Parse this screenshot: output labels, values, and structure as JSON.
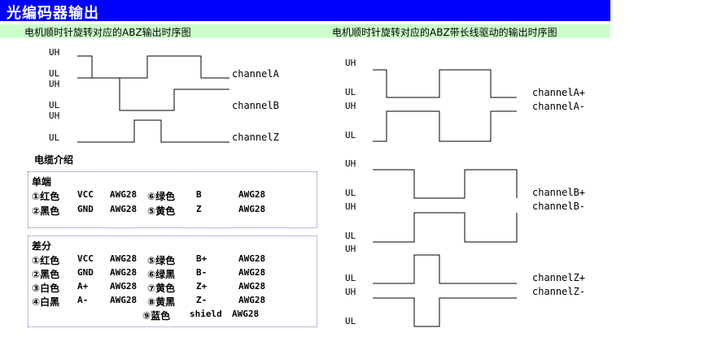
{
  "header": {
    "title": "光编码器输出"
  },
  "left": {
    "caption": "电机顺时针旋转对应的ABZ输出时序图",
    "signal_high": "UH",
    "signal_low": "UL",
    "channels": [
      "channelA",
      "channelB",
      "channelZ"
    ]
  },
  "right": {
    "caption": "电机顺时针旋转对应的ABZ带长线驱动的输出时序图",
    "signal_high": "UH",
    "signal_low": "UL",
    "channels": [
      "channelA+",
      "channelA-",
      "channelB+",
      "channelB-",
      "channelZ+",
      "channelZ-"
    ]
  },
  "cable": {
    "title": "电缆介绍",
    "single": {
      "title": "单端",
      "rows": [
        {
          "no1": "①",
          "c1": "红色",
          "s1": "VCC",
          "a1": "AWG28",
          "no2": "⑥",
          "c2": "绿色",
          "s2": "B",
          "a2": "AWG28"
        },
        {
          "no1": "②",
          "c1": "黑色",
          "s1": "GND",
          "a1": "AWG28",
          "no2": "⑤",
          "c2": "黄色",
          "s2": "Z",
          "a2": "AWG28"
        }
      ]
    },
    "diff": {
      "title": "差分",
      "rows": [
        {
          "no1": "①",
          "c1": "红色",
          "s1": "VCC",
          "a1": "AWG28",
          "no2": "⑤",
          "c2": "绿色",
          "s2": "B+",
          "a2": "AWG28"
        },
        {
          "no1": "②",
          "c1": "黑色",
          "s1": "GND",
          "a1": "AWG28",
          "no2": "⑥",
          "c2": "绿黑",
          "s2": "B-",
          "a2": "AWG28"
        },
        {
          "no1": "③",
          "c1": "白色",
          "s1": "A+",
          "a1": "AWG28",
          "no2": "⑦",
          "c2": "黄色",
          "s2": "Z+",
          "a2": "AWG28"
        },
        {
          "no1": "④",
          "c1": "白黑",
          "s1": "A-",
          "a1": "AWG28",
          "no2": "⑧",
          "c2": "黄黑",
          "s2": "Z-",
          "a2": "AWG28"
        }
      ],
      "last": {
        "no": "⑨",
        "color": "蓝色",
        "signal": "shield",
        "awg": "AWG28"
      }
    }
  },
  "colors": {
    "title_bg": "#0000ff",
    "caption_bg": "#ccffcc",
    "box_border": "#7a7aa8"
  }
}
